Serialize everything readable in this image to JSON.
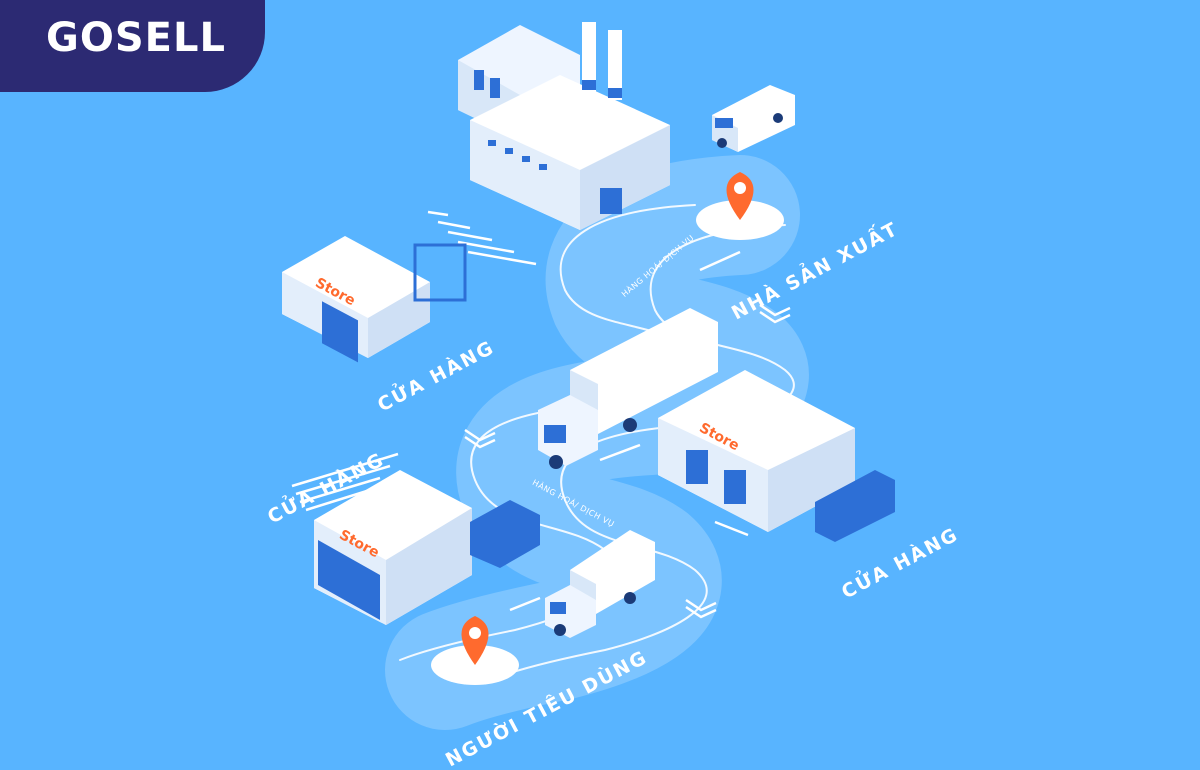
{
  "logo": {
    "text": "GOSELL"
  },
  "labels": {
    "manufacturer": "NHÀ SẢN XUẤT",
    "store_top_left": "CỬA HÀNG",
    "store_left": "CỬA HÀNG",
    "store_right": "CỬA HÀNG",
    "consumer": "NGƯỜI TIÊU DÙNG"
  },
  "road_labels": {
    "upper": "HÀNG HOÁ/ DỊCH VỤ",
    "lower": "HÀNG HOÁ/ DỊCH VỤ"
  },
  "signs": {
    "store_sign": "Store"
  },
  "colors": {
    "background": "#58b4ff",
    "logo_panel": "#2c2a73",
    "pin": "#ff6a2e",
    "building": "#ffffff",
    "building_shade": "#d8e7f8",
    "accent_blue": "#2d6fd6"
  }
}
